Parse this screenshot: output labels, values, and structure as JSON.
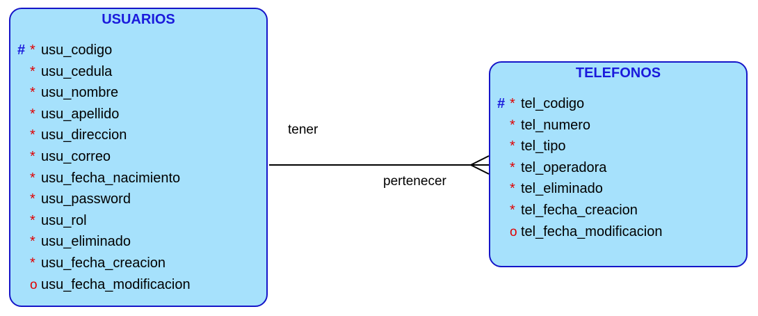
{
  "entities": {
    "usuarios": {
      "title": "USUARIOS",
      "attributes": [
        {
          "uid": "#",
          "mark": "*",
          "name": "usu_codigo"
        },
        {
          "uid": "",
          "mark": "*",
          "name": "usu_cedula"
        },
        {
          "uid": "",
          "mark": "*",
          "name": "usu_nombre"
        },
        {
          "uid": "",
          "mark": "*",
          "name": "usu_apellido"
        },
        {
          "uid": "",
          "mark": "*",
          "name": "usu_direccion"
        },
        {
          "uid": "",
          "mark": "*",
          "name": "usu_correo"
        },
        {
          "uid": "",
          "mark": "*",
          "name": "usu_fecha_nacimiento"
        },
        {
          "uid": "",
          "mark": "*",
          "name": "usu_password"
        },
        {
          "uid": "",
          "mark": "*",
          "name": "usu_rol"
        },
        {
          "uid": "",
          "mark": "*",
          "name": "usu_eliminado"
        },
        {
          "uid": "",
          "mark": "*",
          "name": "usu_fecha_creacion"
        },
        {
          "uid": "",
          "mark": "o",
          "name": "usu_fecha_modificacion"
        }
      ]
    },
    "telefonos": {
      "title": "TELEFONOS",
      "attributes": [
        {
          "uid": "#",
          "mark": "*",
          "name": "tel_codigo"
        },
        {
          "uid": "",
          "mark": "*",
          "name": "tel_numero"
        },
        {
          "uid": "",
          "mark": "*",
          "name": "tel_tipo"
        },
        {
          "uid": "",
          "mark": "*",
          "name": "tel_operadora"
        },
        {
          "uid": "",
          "mark": "*",
          "name": "tel_eliminado"
        },
        {
          "uid": "",
          "mark": "*",
          "name": "tel_fecha_creacion"
        },
        {
          "uid": "",
          "mark": "o",
          "name": "tel_fecha_modificacion"
        }
      ]
    }
  },
  "relationship": {
    "from": "USUARIOS",
    "to": "TELEFONOS",
    "from_label": "tener",
    "to_label": "pertenecer",
    "from_cardinality": "one",
    "to_cardinality": "many"
  },
  "colors": {
    "entity_fill": "#a6e1fc",
    "entity_border": "#1515c8",
    "title": "#1a1adc",
    "unique_identifier": "#1a1adc",
    "mandatory_mark": "#e00000",
    "relationship_line": "#000000"
  }
}
